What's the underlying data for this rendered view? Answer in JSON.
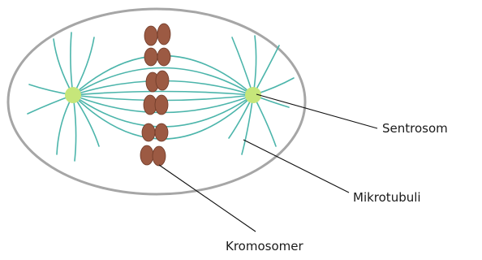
{
  "labels": {
    "centrosome": "Sentrosom",
    "microtubules": "Mikrotubuli",
    "chromosomes": "Kromosomer"
  },
  "colors": {
    "cell_outline": "#a6a6a6",
    "spindle_fiber": "#4cb5ab",
    "centrosome": "#c6e67a",
    "chromosome": "#9c5a43",
    "chromosome_outline": "#6e3a28",
    "leader_line": "#111111"
  },
  "icons": [
    "cell-membrane",
    "spindle-fiber",
    "centrosome",
    "chromosome"
  ]
}
